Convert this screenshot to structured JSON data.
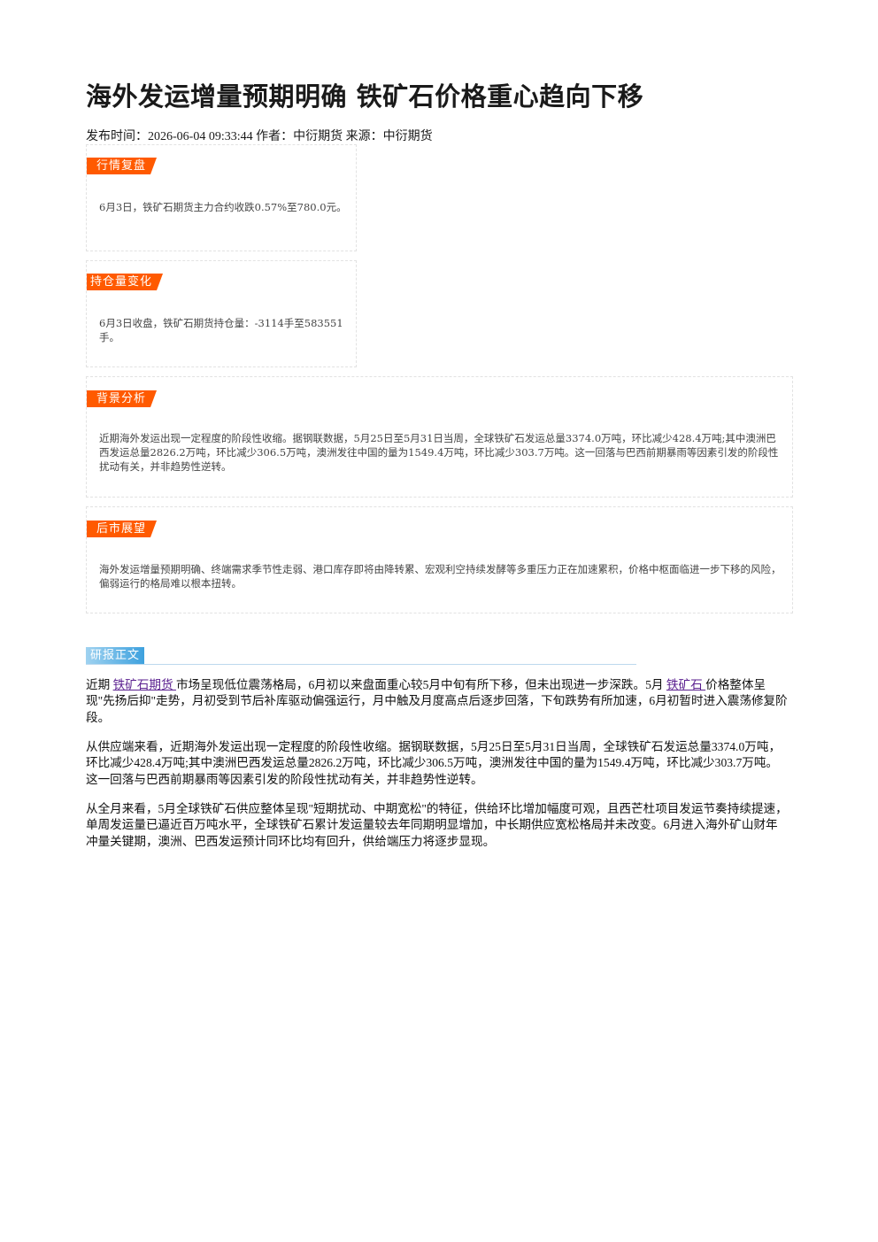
{
  "article": {
    "title": "海外发运增量预期明确 铁矿石价格重心趋向下移",
    "meta": "发布时间：2026-06-04 09:33:44 作者：中衍期货 来源：中衍期货"
  },
  "cards": {
    "market_review": {
      "tag": "行情复盘",
      "text": "6月3日，铁矿石期货主力合约收跌0.57%至780.0元。"
    },
    "position_change": {
      "tag": "持仓量变化",
      "text": "6月3日收盘，铁矿石期货持仓量：-3114手至583551手。"
    },
    "background": {
      "tag": "背景分析",
      "text": "近期海外发运出现一定程度的阶段性收缩。据钢联数据，5月25日至5月31日当周，全球铁矿石发运总量3374.0万吨，环比减少428.4万吨;其中澳洲巴西发运总量2826.2万吨，环比减少306.5万吨，澳洲发往中国的量为1549.4万吨，环比减少303.7万吨。这一回落与巴西前期暴雨等因素引发的阶段性扰动有关，并非趋势性逆转。"
    },
    "outlook": {
      "tag": "后市展望",
      "text": "海外发运增量预期明确、终端需求季节性走弱、港口库存即将由降转累、宏观利空持续发酵等多重压力正在加速累积，价格中枢面临进一步下移的风险，偏弱运行的格局难以根本扭转。"
    }
  },
  "report": {
    "tag": "研报正文",
    "p1": {
      "a": "近期 ",
      "link1": "铁矿石期货 ",
      "b": "市场呈现低位震荡格局，6月初以来盘面重心较5月中旬有所下移，但未出现进一步深跌。5月 ",
      "link2": "铁矿石 ",
      "c": "价格整体呈现\"先扬后抑\"走势，月初受到节后补库驱动偏强运行，月中触及月度高点后逐步回落，下旬跌势有所加速，6月初暂时进入震荡修复阶段。"
    },
    "p2": "从供应端来看，近期海外发运出现一定程度的阶段性收缩。据钢联数据，5月25日至5月31日当周，全球铁矿石发运总量3374.0万吨，环比减少428.4万吨;其中澳洲巴西发运总量2826.2万吨，环比减少306.5万吨，澳洲发往中国的量为1549.4万吨，环比减少303.7万吨。这一回落与巴西前期暴雨等因素引发的阶段性扰动有关，并非趋势性逆转。",
    "p3": "从全月来看，5月全球铁矿石供应整体呈现\"短期扰动、中期宽松\"的特征，供给环比增加幅度可观，且西芒杜项目发运节奏持续提速，单周发运量已逼近百万吨水平，全球铁矿石累计发运量较去年同期明显增加，中长期供应宽松格局并未改变。6月进入海外矿山财年冲量关键期，澳洲、巴西发运预计同环比均有回升，供给端压力将逐步显现。"
  },
  "colors": {
    "tag_orange": "#ff5a00",
    "report_tag_blue": "#3ea1de",
    "link_purple": "#5a1f8f"
  }
}
